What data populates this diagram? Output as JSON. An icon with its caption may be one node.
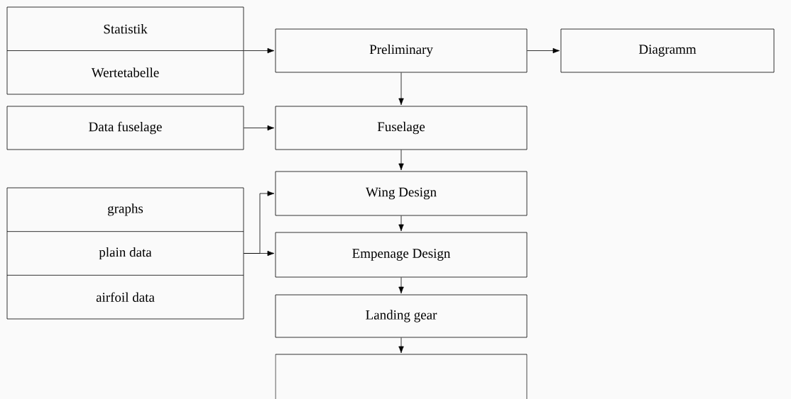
{
  "diagram": {
    "nodes": [
      {
        "text": [
          "Statistik",
          "Wertetabelle"
        ]
      },
      {
        "text": [
          "Preliminary"
        ]
      },
      {
        "text": [
          "Diagramm"
        ]
      },
      {
        "text": [
          "Data fuselage"
        ]
      },
      {
        "text": [
          "Fuselage"
        ]
      },
      {
        "text": [
          "graphs",
          "plain data",
          "airfoil data"
        ]
      },
      {
        "text": [
          "Wing Design"
        ]
      },
      {
        "text": [
          "Empenage Design"
        ]
      },
      {
        "text": [
          "Landing gear"
        ]
      },
      {
        "text": [],
        "shape": "box"
      }
    ],
    "edges": [
      {
        "from": 0,
        "to": 1,
        "arrow": "to"
      },
      {
        "from": 1,
        "to": 2,
        "arrow": "to"
      },
      {
        "from": 1,
        "to": 4,
        "arrow": "to"
      },
      {
        "from": 3,
        "to": 4,
        "arrow": "to"
      },
      {
        "from": 4,
        "to": 6,
        "arrow": "to"
      },
      {
        "from": 5,
        "to": 6,
        "arrow": "to"
      },
      {
        "from": 5,
        "to": 7,
        "arrow": "to"
      },
      {
        "from": 6,
        "to": 7,
        "arrow": "to"
      },
      {
        "from": 7,
        "to": 8,
        "arrow": "to"
      },
      {
        "from": 8,
        "to": 9,
        "arrow": "to"
      }
    ]
  }
}
